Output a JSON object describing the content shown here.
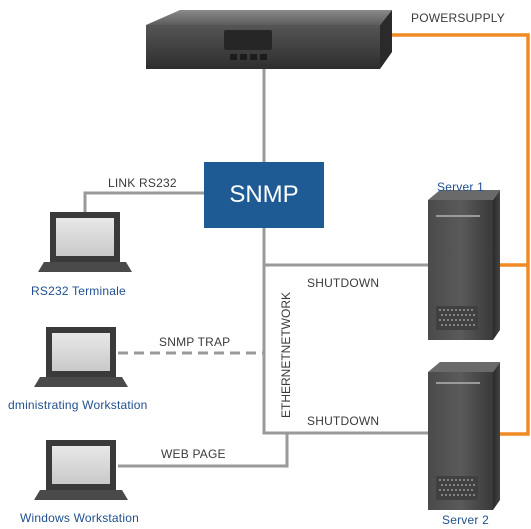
{
  "labels": {
    "powersupply": "POWERSUPPLY",
    "snmp": "SNMP",
    "link_rs232": "LINK RS232",
    "server1": "Server 1",
    "server2": "Server 2",
    "shutdown_top": "SHUTDOWN",
    "shutdown_bottom": "SHUTDOWN",
    "ethernet_network": "ETHERNETNETWORK",
    "snmp_trap": "SNMP TRAP",
    "web_page": "WEB PAGE",
    "rs232_terminal": "RS232 Terminale",
    "admin_workstation": "dministrating Workstation",
    "windows_workstation": "Windows Workstation"
  },
  "colors": {
    "power_line": "#f08a24",
    "network_line": "#9a9a9a",
    "snmp_box": "#1e5a94",
    "caption_blue": "#1f4f8f",
    "device_dark": "#3a3a3a"
  }
}
